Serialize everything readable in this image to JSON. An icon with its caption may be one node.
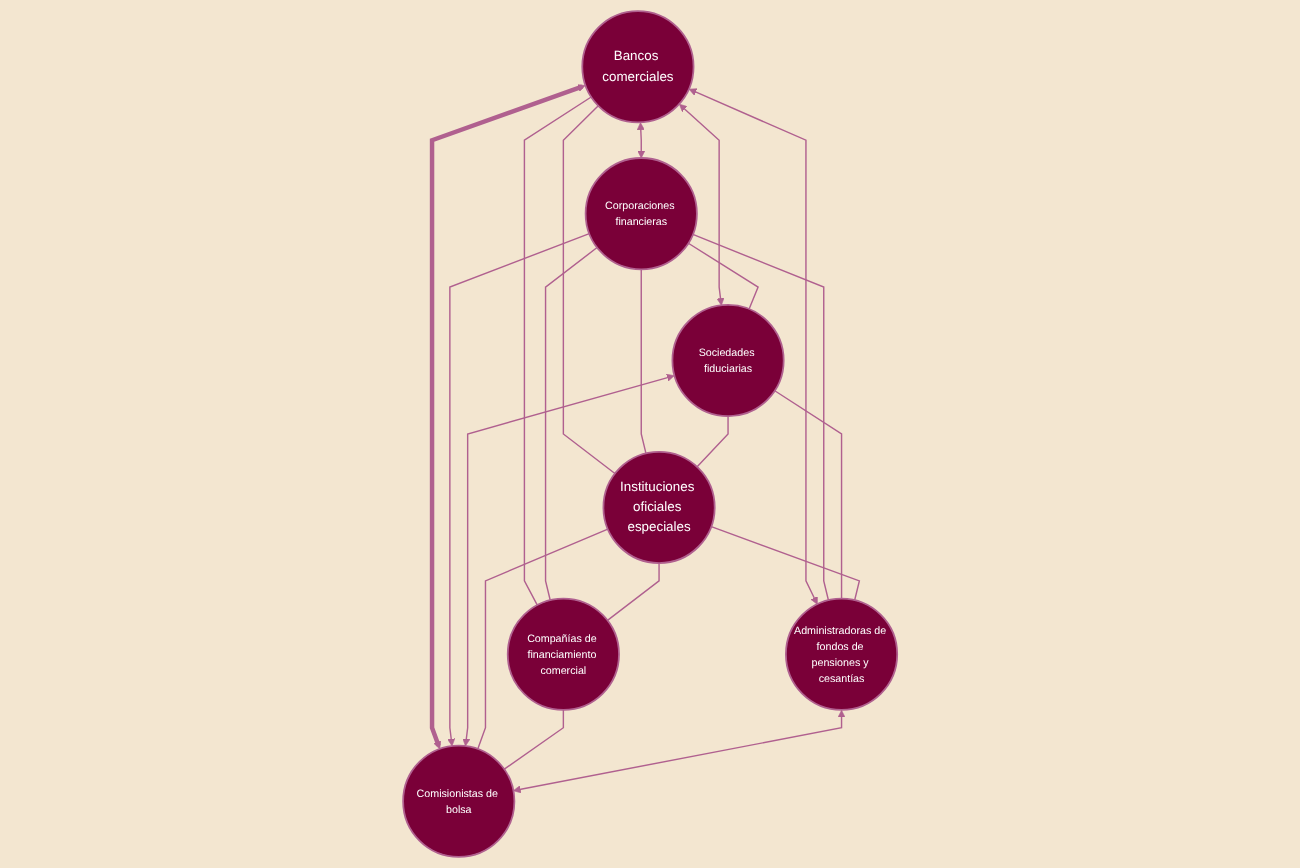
{
  "diagram": {
    "nodes": [
      {
        "text": [
          "Bancos comerciales"
        ]
      },
      {
        "text": [
          "Corporaciones financieras"
        ]
      },
      {
        "text": [
          "Sociedades fiduciarias"
        ]
      },
      {
        "text": [
          "Instituciones oficiales especiales"
        ]
      },
      {
        "text": [
          "Compañías de financiamiento comercial"
        ]
      },
      {
        "text": [
          "Administradoras de fondos de pensiones y cesantías"
        ]
      },
      {
        "text": [
          "Comisionistas de bolsa"
        ]
      }
    ],
    "edges": [
      {
        "from": 0,
        "to": 1,
        "arrow": "both"
      },
      {
        "from": 0,
        "to": 2,
        "arrow": "both"
      },
      {
        "from": 0,
        "to": 3,
        "arrow": "none"
      },
      {
        "from": 0,
        "to": 6,
        "arrow": "both",
        "style": "thick"
      },
      {
        "from": 0,
        "to": 4,
        "arrow": "none"
      },
      {
        "from": 0,
        "to": 5,
        "arrow": "both"
      },
      {
        "from": 1,
        "to": 4,
        "arrow": "none"
      },
      {
        "from": 1,
        "to": 5,
        "arrow": "none"
      },
      {
        "from": 1,
        "to": 2,
        "arrow": "none"
      },
      {
        "from": 1,
        "to": 3,
        "arrow": "none"
      },
      {
        "from": 1,
        "to": 6,
        "arrow": "to"
      },
      {
        "from": 2,
        "to": 5,
        "arrow": "none"
      },
      {
        "from": 2,
        "to": 6,
        "arrow": "both"
      },
      {
        "from": 2,
        "to": 3,
        "arrow": "none"
      },
      {
        "from": 3,
        "to": 4,
        "arrow": "none"
      },
      {
        "from": 3,
        "to": 5,
        "arrow": "none"
      },
      {
        "from": 3,
        "to": 6,
        "arrow": "none"
      },
      {
        "from": 4,
        "to": 6,
        "arrow": "none"
      },
      {
        "from": 5,
        "to": 6,
        "arrow": "both"
      }
    ]
  }
}
